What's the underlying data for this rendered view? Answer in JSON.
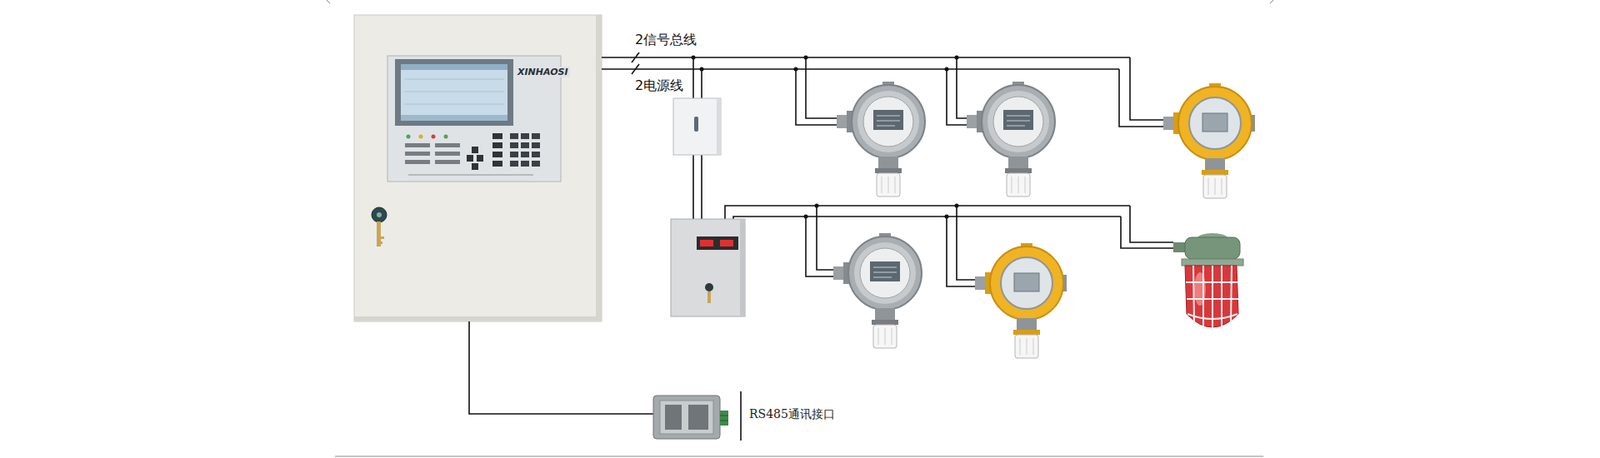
{
  "diagram": {
    "labels": [
      "XINHAOSI",
      "2信号总线",
      "2电源线",
      "RS485通讯接口"
    ]
  }
}
